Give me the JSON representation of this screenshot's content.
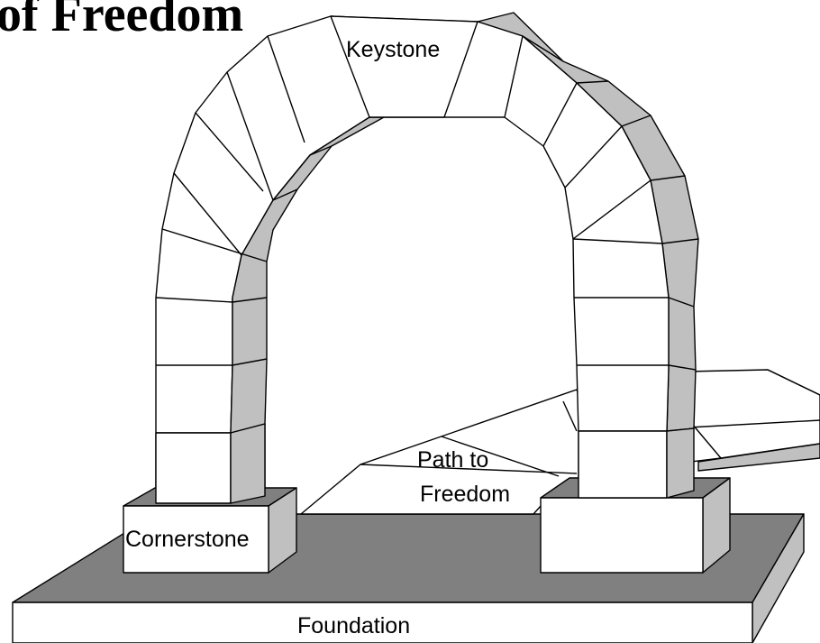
{
  "title": "of Freedom",
  "labels": {
    "keystone": "Keystone",
    "path_line1": "Path to",
    "path_line2": "Freedom",
    "cornerstone": "Cornerstone",
    "foundation": "Foundation"
  },
  "colors": {
    "face": "#ffffff",
    "side": "#c0c0c0",
    "top": "#808080",
    "stroke": "#000000"
  }
}
